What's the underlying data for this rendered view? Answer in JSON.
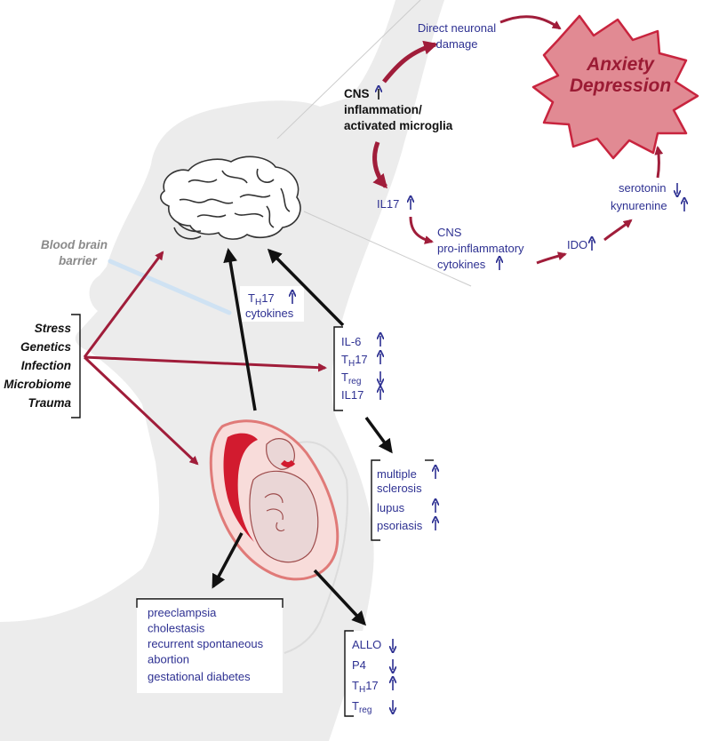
{
  "colors": {
    "label_blue": "#2e3192",
    "arrow_red": "#a01d3a",
    "arrow_black": "#111111",
    "outcome_fill": "#e18a93",
    "outcome_stroke": "#c8243e",
    "outcome_text": "#9b1b34",
    "silhouette": "#ececec",
    "bbb_line": "#cfe2f3"
  },
  "outcome": {
    "line1": "Anxiety",
    "line2": "Depression"
  },
  "cns": {
    "direct_damage_1": "Direct neuronal",
    "direct_damage_2": "damage",
    "cns_line": "CNS",
    "inflammation_line1": "inflammation/",
    "inflammation_line2": "activated microglia",
    "il17": "IL17",
    "proinflam_1": "CNS",
    "proinflam_2": "pro-inflammatory",
    "proinflam_3": "cytokines",
    "ido": "IDO",
    "serotonin": "serotonin",
    "kynurenine": "kynurenine"
  },
  "bbb": {
    "line1": "Blood brain",
    "line2": "barrier"
  },
  "th17_cytokines": {
    "t": "T",
    "sub": "H",
    "rest": "17",
    "line2": "cytokines"
  },
  "stressors": [
    "Stress",
    "Genetics",
    "Infection",
    "Microbiome",
    "Trauma"
  ],
  "immune_markers": [
    {
      "main": "IL-6",
      "sub": "",
      "rest": "",
      "dir": "up"
    },
    {
      "main": "T",
      "sub": "H",
      "rest": "17",
      "dir": "up"
    },
    {
      "main": "T",
      "sub": "reg",
      "rest": "",
      "dir": "down"
    },
    {
      "main": "IL17",
      "sub": "",
      "rest": "",
      "dir": "up"
    }
  ],
  "autoimmune": [
    {
      "line1": "multiple",
      "line2": "sclerosis",
      "dir": "up"
    },
    {
      "line1": "lupus",
      "line2": "",
      "dir": "up"
    },
    {
      "line1": "psoriasis",
      "line2": "",
      "dir": "up"
    }
  ],
  "pregnancy_conditions": [
    "preeclampsia",
    "cholestasis",
    "recurrent spontaneous",
    "abortion",
    "gestational diabetes"
  ],
  "hormones": [
    {
      "main": "ALLO",
      "sub": "",
      "rest": "",
      "dir": "down"
    },
    {
      "main": "P4",
      "sub": "",
      "rest": "",
      "dir": "down"
    },
    {
      "main": "T",
      "sub": "H",
      "rest": "17",
      "dir": "up"
    },
    {
      "main": "T",
      "sub": "reg",
      "rest": "",
      "dir": "down"
    }
  ]
}
